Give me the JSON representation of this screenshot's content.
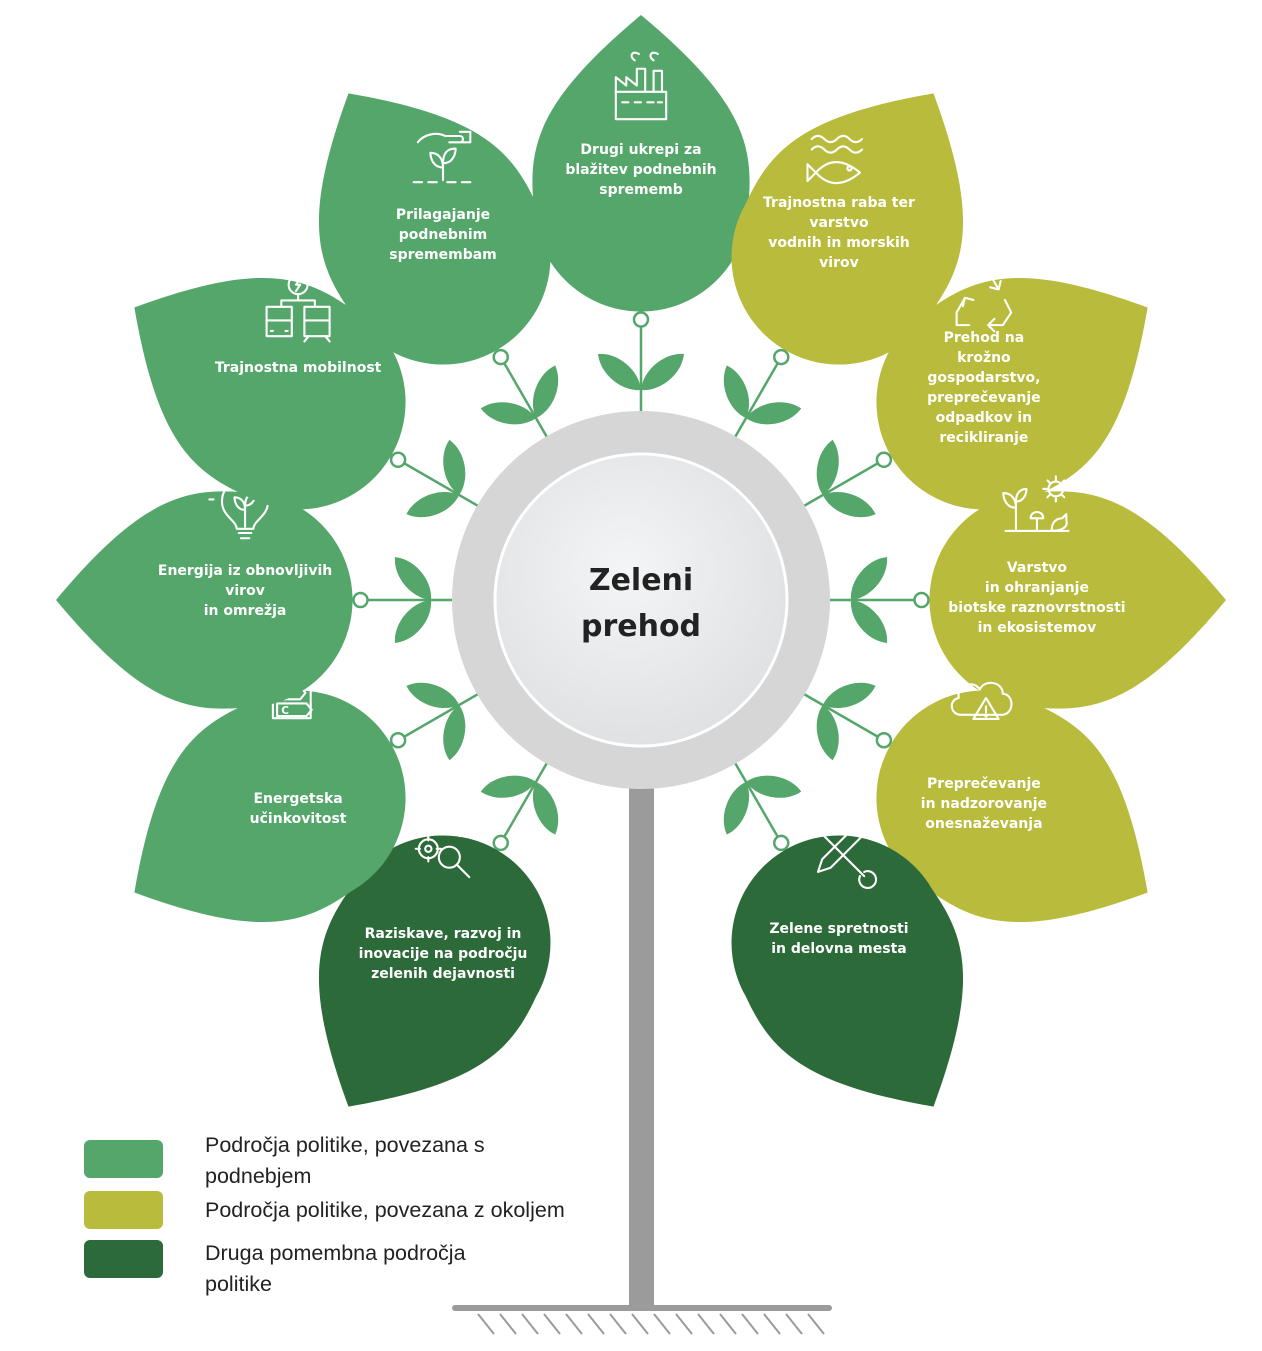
{
  "center": {
    "line1": "Zeleni",
    "line2": "prehod"
  },
  "colors": {
    "climate": "#55a66b",
    "environment": "#b8bb3c",
    "other": "#2d6a3a",
    "trunk": "#9b9b9b",
    "center_ring": "#d6d6d6"
  },
  "leaves": [
    {
      "id": "mitigation",
      "category": "climate",
      "icon": "factory-icon",
      "lines": [
        "Drugi ukrepi za",
        "blažitev podnebnih",
        "sprememb"
      ]
    },
    {
      "id": "water",
      "category": "environment",
      "icon": "fish-waves-icon",
      "lines": [
        "Trajnostna raba ter",
        "varstvo",
        "vodnih in morskih",
        "virov"
      ]
    },
    {
      "id": "circular",
      "category": "environment",
      "icon": "recycle-icon",
      "lines": [
        "Prehod na",
        "krožno",
        "gospodarstvo,",
        "preprečevanje",
        "odpadkov in",
        "recikliranje"
      ]
    },
    {
      "id": "biodiversity",
      "category": "environment",
      "icon": "plant-sun-bird-icon",
      "lines": [
        "Varstvo",
        "in ohranjanje",
        "biotske raznovrstnosti",
        "in ekosistemov"
      ]
    },
    {
      "id": "pollution",
      "category": "environment",
      "icon": "warning-cloud-icon",
      "lines": [
        "Preprečevanje",
        "in nadzorovanje",
        "onesnaževanja"
      ]
    },
    {
      "id": "skills",
      "category": "other",
      "icon": "wrench-pencil-icon",
      "lines": [
        "Zelene spretnosti",
        "in delovna mesta"
      ]
    },
    {
      "id": "research",
      "category": "other",
      "icon": "gears-magnifier-icon",
      "lines": [
        "Raziskave, razvoj in",
        "inovacije na področju",
        "zelenih dejavnosti"
      ]
    },
    {
      "id": "efficiency",
      "category": "climate",
      "icon": "energy-label-icon",
      "lines": [
        "Energetska",
        "učinkovitost"
      ]
    },
    {
      "id": "renewables",
      "category": "climate",
      "icon": "lightbulb-leaf-icon",
      "lines": [
        "Energija iz obnovljivih",
        "virov",
        "in omrežja"
      ]
    },
    {
      "id": "mobility",
      "category": "climate",
      "icon": "bus-train-icon",
      "lines": [
        "Trajnostna mobilnost"
      ]
    },
    {
      "id": "adaptation",
      "category": "climate",
      "icon": "hand-sprout-icon",
      "lines": [
        "Prilagajanje",
        "podnebnim",
        "spremembam"
      ]
    }
  ],
  "legend": [
    {
      "category": "climate",
      "label": "Področja politike, povezana s podnebjem"
    },
    {
      "category": "environment",
      "label": "Področja politike, povezana z okoljem"
    },
    {
      "category": "other",
      "label": "Druga pomembna področja politike"
    }
  ]
}
